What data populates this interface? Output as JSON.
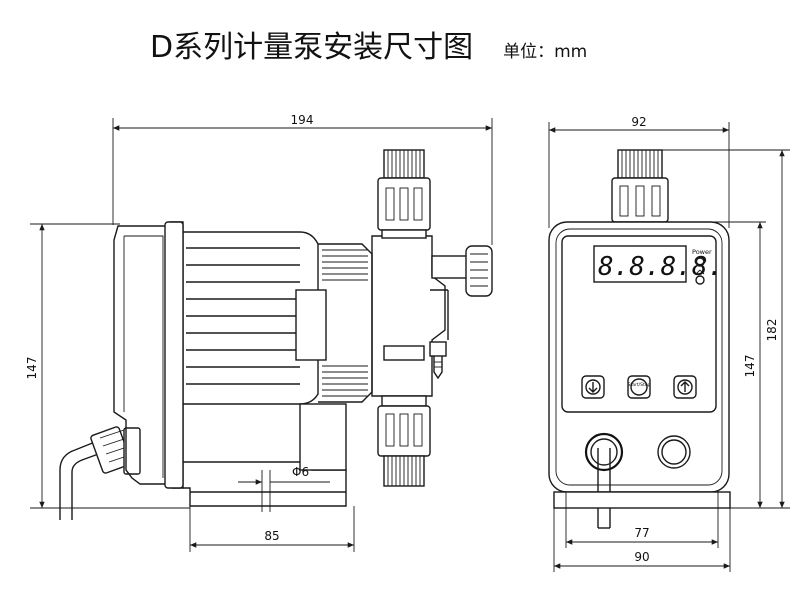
{
  "title": "D系列计量泵安装尺寸图",
  "unit_label": "单位：mm",
  "dimensions": {
    "side_width": "194",
    "side_height": "147",
    "base_length": "85",
    "hole_dia": "Φ6",
    "front_width": "92",
    "front_height_body": "147",
    "front_height_total": "182",
    "base_inner": "77",
    "base_outer": "90"
  },
  "panel": {
    "display": "8.8.8.8.",
    "power_label": "Power",
    "start_label": "Start/Stop"
  }
}
